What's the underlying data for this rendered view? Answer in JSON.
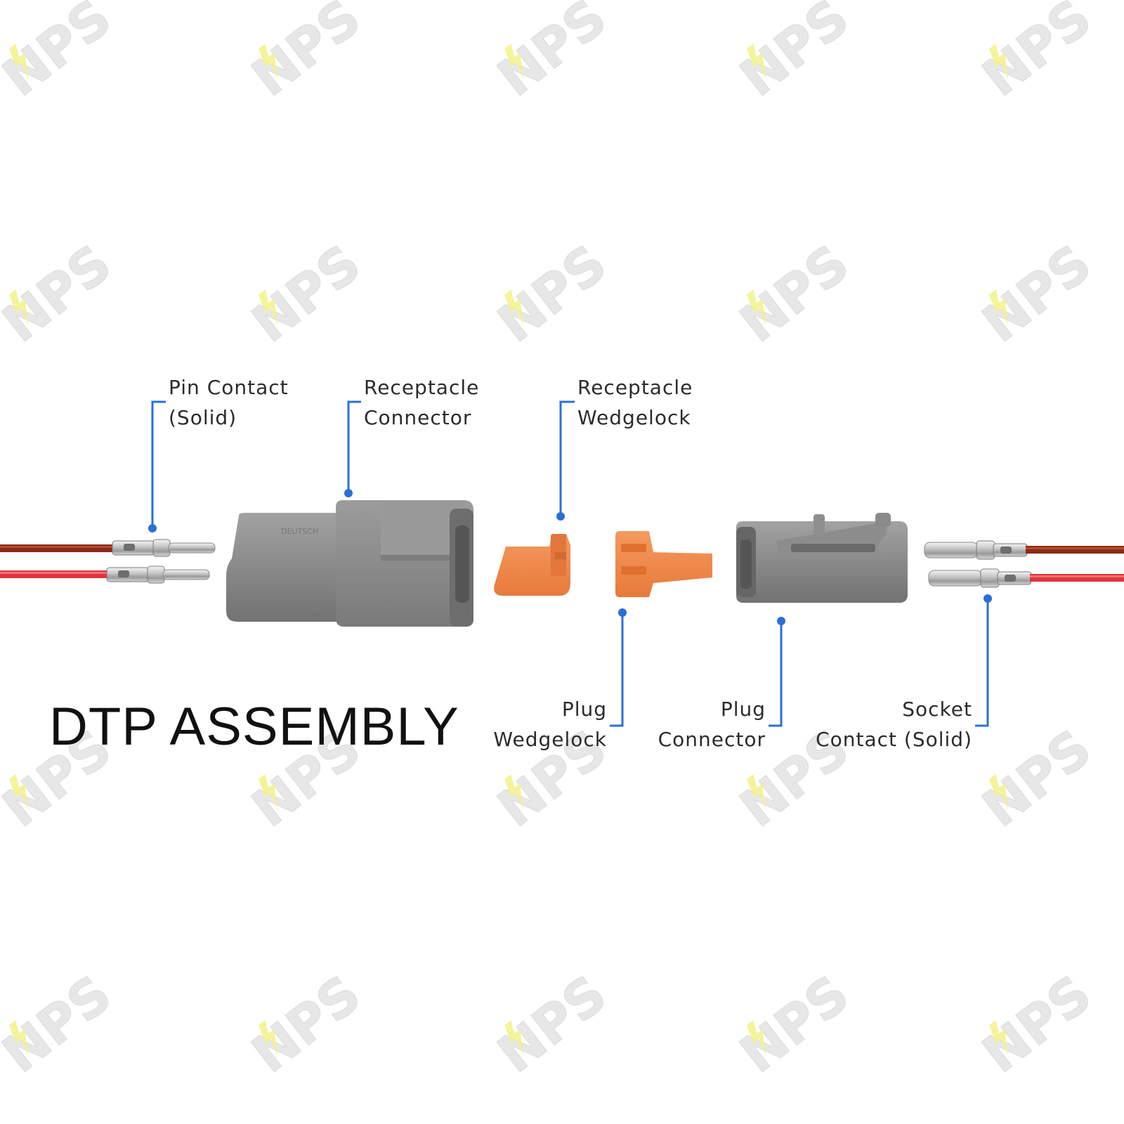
{
  "title": "DTP ASSEMBLY",
  "watermark": {
    "text": "NPS",
    "color": "#e3e3e3",
    "bolt_color": "#f0f07a"
  },
  "colors": {
    "callout": "#2b6fd6",
    "connector_gray": "#8a8a8a",
    "wedgelock_orange": "#f08a4b",
    "wire_red": "#e0343c",
    "wire_brown": "#8b2a17"
  },
  "labels": {
    "pin_contact": [
      "Pin Contact",
      "(Solid)"
    ],
    "receptacle_connector": [
      "Receptacle",
      "Connector"
    ],
    "receptacle_wedgelock": [
      "Receptacle",
      "Wedgelock"
    ],
    "plug_wedgelock": [
      "Plug",
      "Wedgelock"
    ],
    "plug_connector": [
      "Plug",
      "Connector"
    ],
    "socket_contact": [
      "Socket",
      "Contact (Solid)"
    ]
  }
}
